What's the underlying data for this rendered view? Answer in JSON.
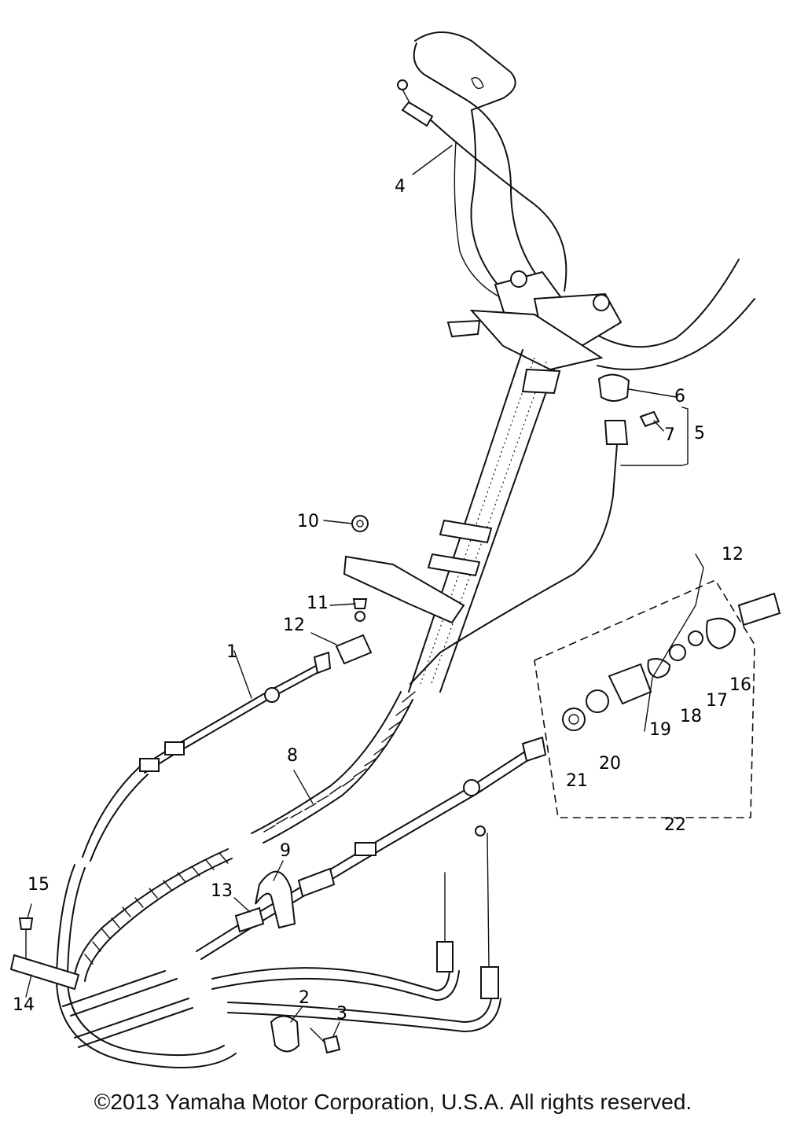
{
  "callouts": [
    "1",
    "2",
    "3",
    "4",
    "5",
    "6",
    "7",
    "8",
    "9",
    "10",
    "11",
    "12",
    "12",
    "13",
    "14",
    "15",
    "16",
    "17",
    "18",
    "19",
    "20",
    "21",
    "22"
  ],
  "copyright": "©2013 Yamaha Motor Corporation, U.S.A. All rights reserved."
}
